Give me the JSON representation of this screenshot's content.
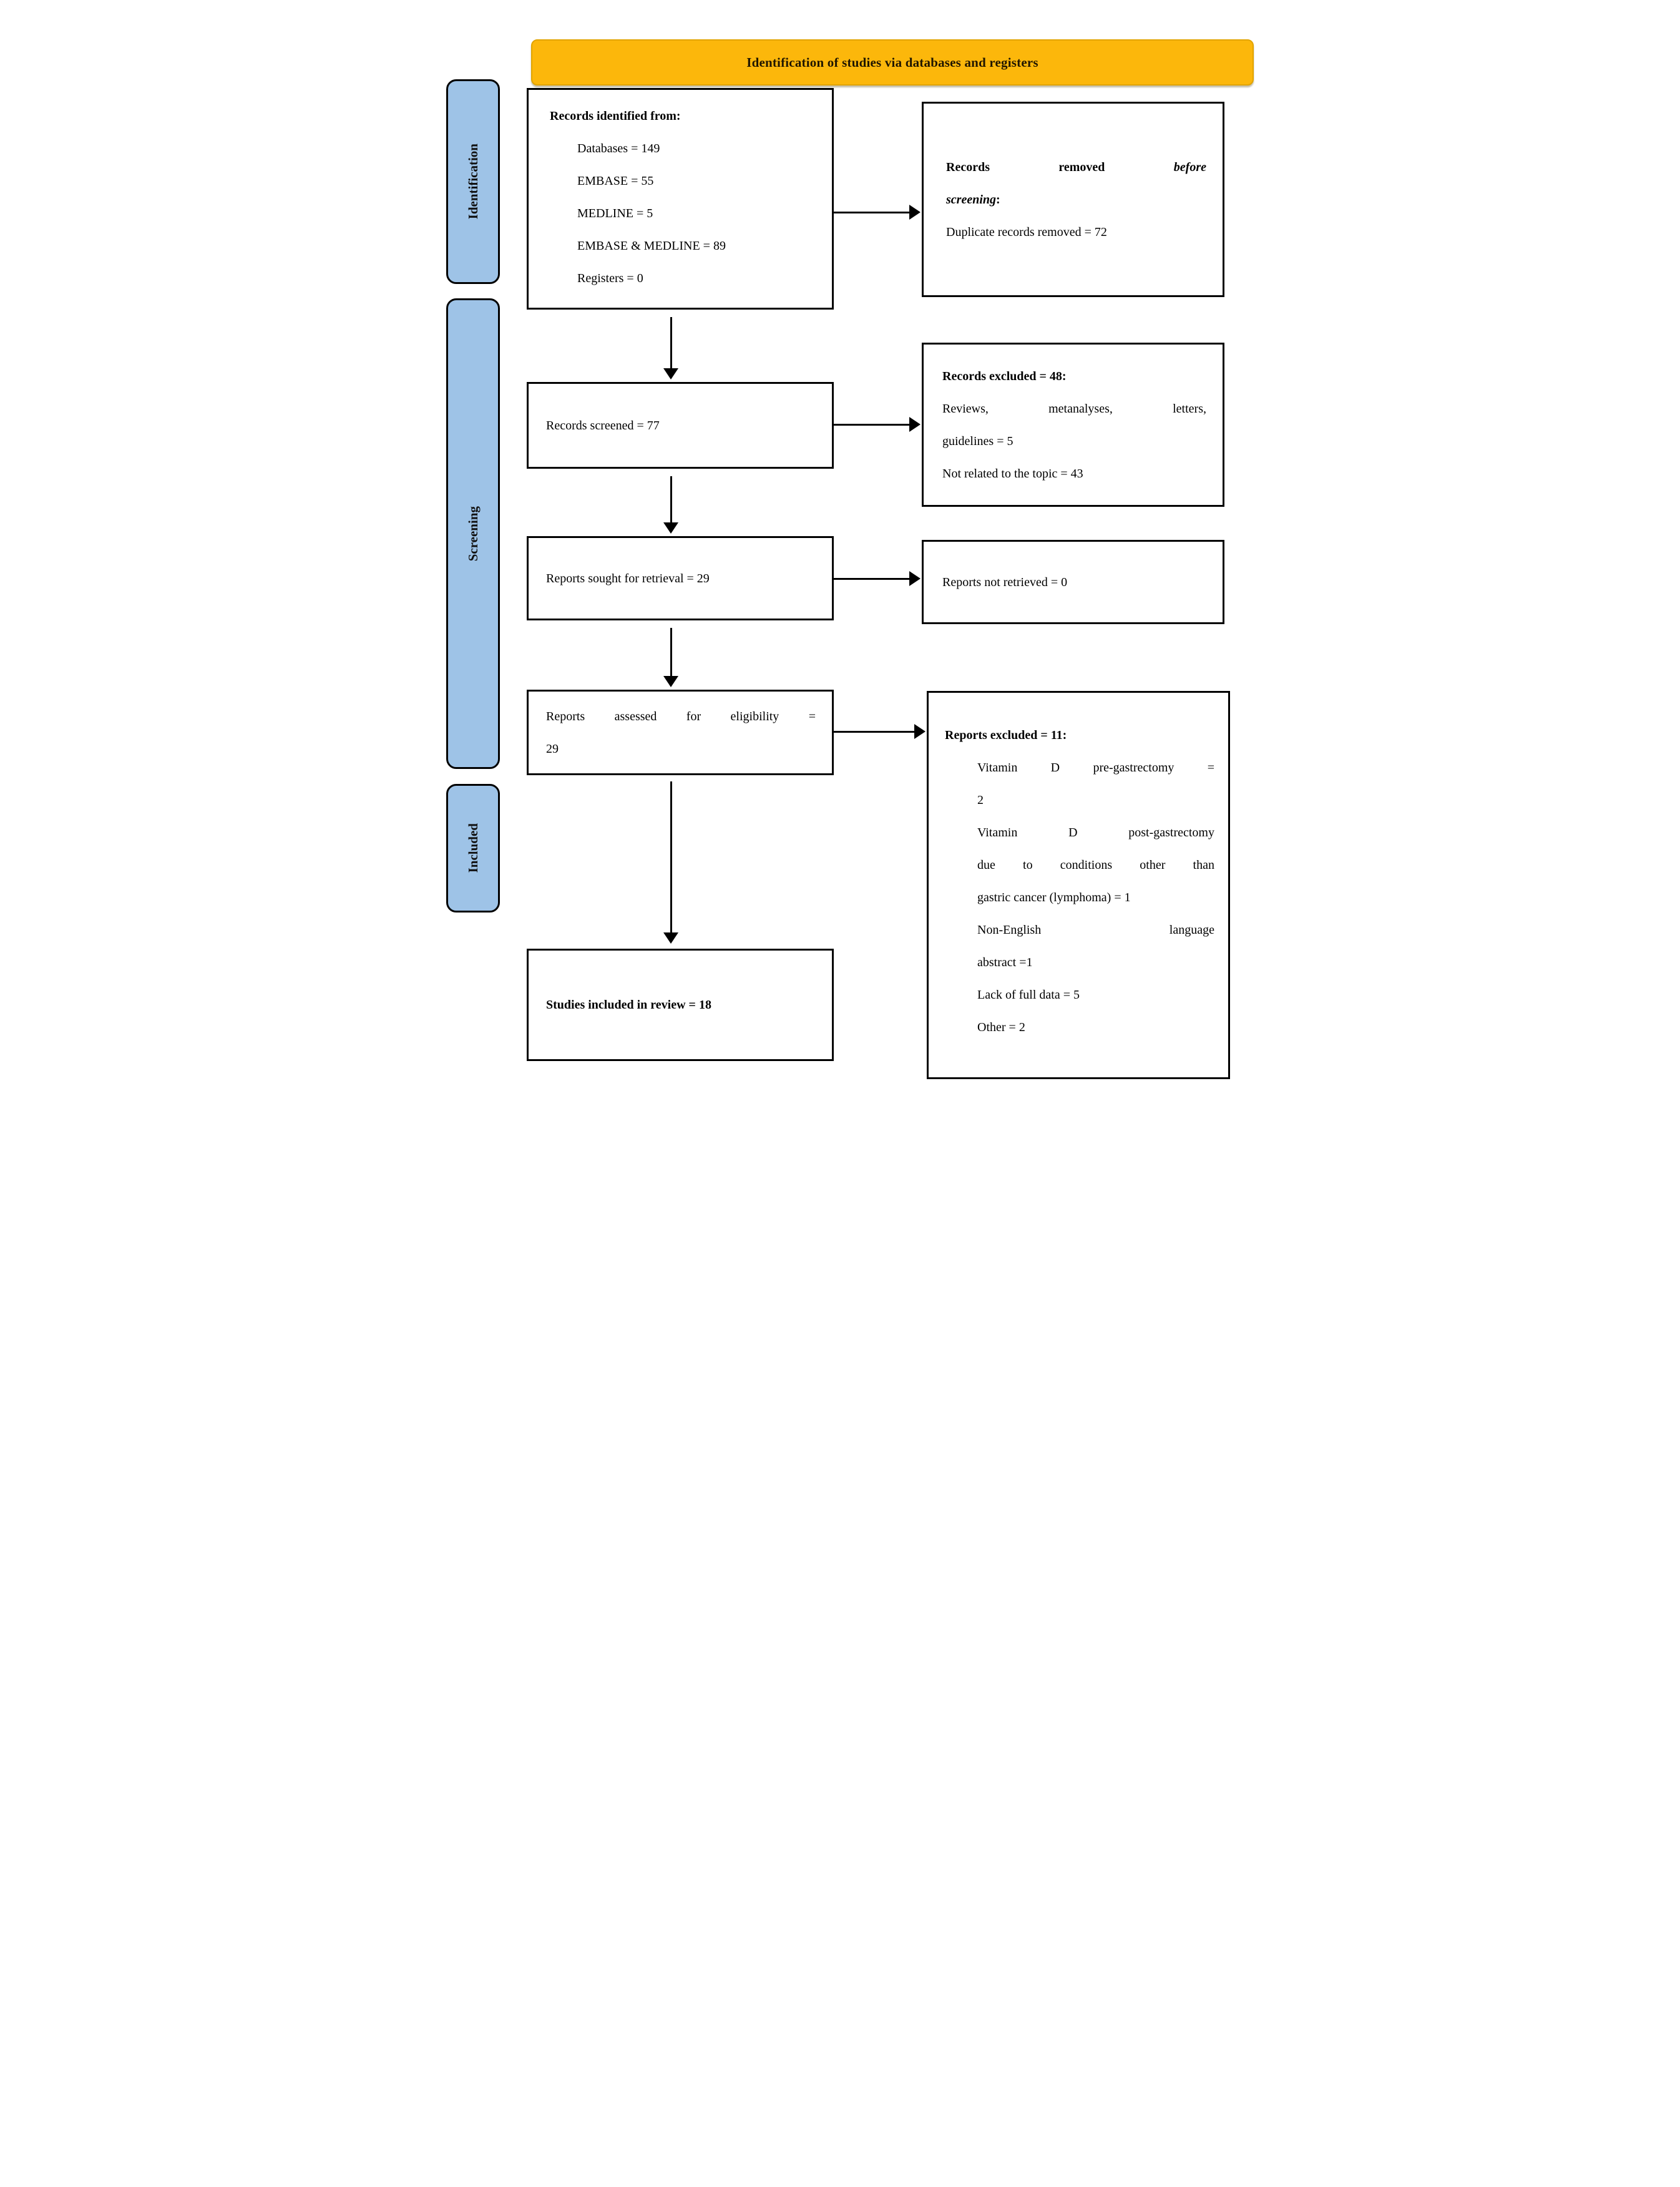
{
  "banner": {
    "label": "Identification of studies via databases and registers",
    "bg": "#FCB70B"
  },
  "sidebar": {
    "bg": "#9EC3E7",
    "identification": "Identification",
    "screening": "Screening",
    "included": "Included"
  },
  "main": {
    "records_identified": {
      "title": "Records identified from:",
      "item1": "Databases = 149",
      "item2": "EMBASE = 55",
      "item3": "MEDLINE = 5",
      "item4": "EMBASE & MEDLINE = 89",
      "item5": "Registers = 0"
    },
    "records_screened": "Records screened = 77",
    "reports_sought": "Reports sought for retrieval = 29",
    "reports_assessed": {
      "line1": "Reports assessed for eligibility =",
      "line2": "29"
    },
    "studies_included": "Studies included in review = 18"
  },
  "side": {
    "removed_before_screening": {
      "word1": "Records",
      "word2": "removed",
      "word3_italic": "before",
      "line2_italic": "screening",
      "line2_colon": ":",
      "detail": "Duplicate records removed = 72"
    },
    "records_excluded": {
      "title": "Records excluded = 48:",
      "line1": "Reviews, metanalyses, letters,",
      "line2": "guidelines = 5",
      "line3": "Not related to the topic = 43"
    },
    "reports_not_retrieved": "Reports not retrieved = 0",
    "reports_excluded": {
      "title": "Reports excluded = 11:",
      "line1": "Vitamin D pre-gastrectomy =",
      "line2": "2",
      "line3": "Vitamin D post-gastrectomy",
      "line4": "due to conditions other than",
      "line5": "gastric cancer (lymphoma) = 1",
      "line6": "Non-English language",
      "line7": "abstract =1",
      "line8": "Lack of full data = 5",
      "line9": "Other = 2"
    }
  }
}
